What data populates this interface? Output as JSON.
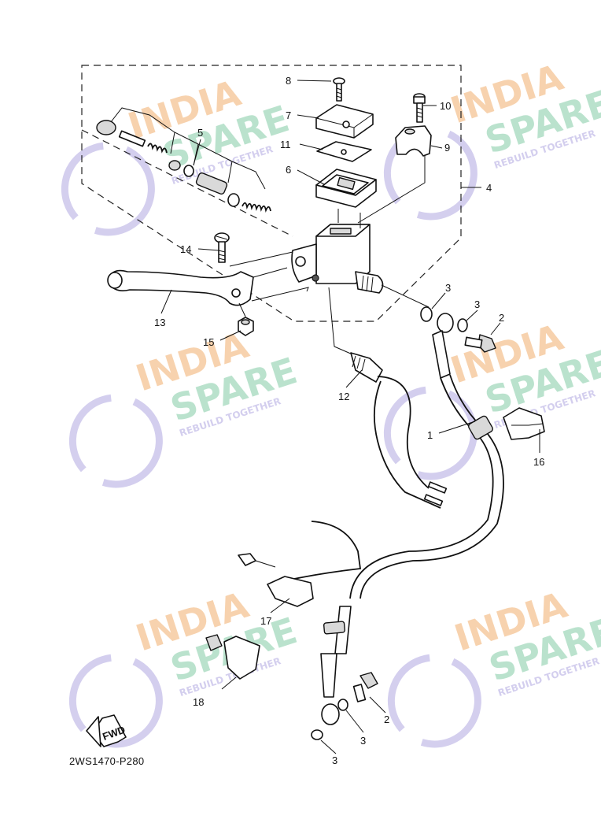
{
  "watermark": {
    "line1": "INDIA",
    "line2": "SPARE",
    "tagline": "REBUILD TOGETHER",
    "colors": {
      "orange": "#f6c89a",
      "green": "#a9dcc1",
      "purple": "#c9c3ea"
    }
  },
  "callouts": {
    "c1": "1",
    "c2a": "2",
    "c2b": "2",
    "c3a": "3",
    "c3b": "3",
    "c3c": "3",
    "c3d": "3",
    "c4": "4",
    "c5": "5",
    "c6": "6",
    "c7": "7",
    "c8": "8",
    "c9": "9",
    "c10": "10",
    "c11": "11",
    "c12": "12",
    "c13": "13",
    "c14": "14",
    "c15": "15",
    "c16": "16",
    "c17": "17",
    "c18": "18"
  },
  "fwd_label": "FWD",
  "diagram_code": "2WS1470-P280"
}
